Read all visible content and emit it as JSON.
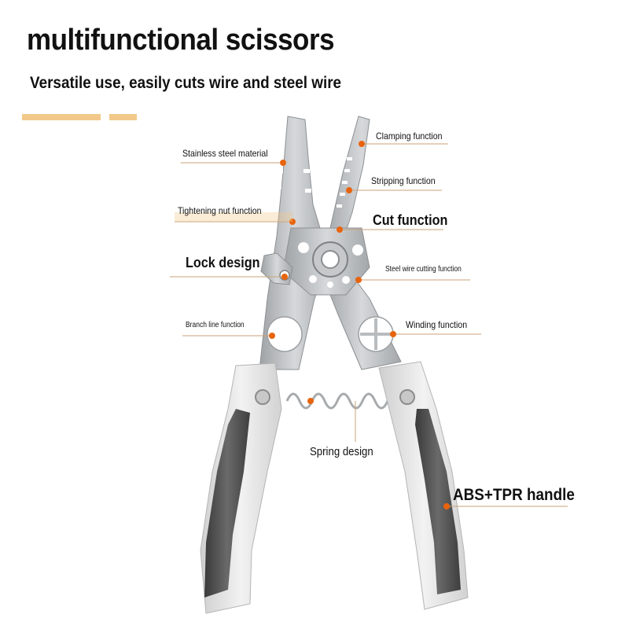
{
  "header": {
    "title": "multifunctional scissors",
    "subtitle": "Versatile use, easily cuts wire and steel wire"
  },
  "colors": {
    "accent_bar": "#f2c98a",
    "callout_dot": "#e8640c",
    "callout_line": "#c9a27a",
    "handle_gray": "#dcdcdc",
    "handle_grip": "#4a4a4a",
    "steel": "#b9bcbe"
  },
  "labels": {
    "clamping": "Clamping function",
    "stainless": "Stainless steel material",
    "stripping": "Stripping function",
    "tightening": "Tightening nut function",
    "cut": "Cut function",
    "lock": "Lock design",
    "steel_wire": "Steel wire cutting function",
    "branch": "Branch line function",
    "winding": "Winding function",
    "spring": "Spring design",
    "handle": "ABS+TPR handle"
  }
}
